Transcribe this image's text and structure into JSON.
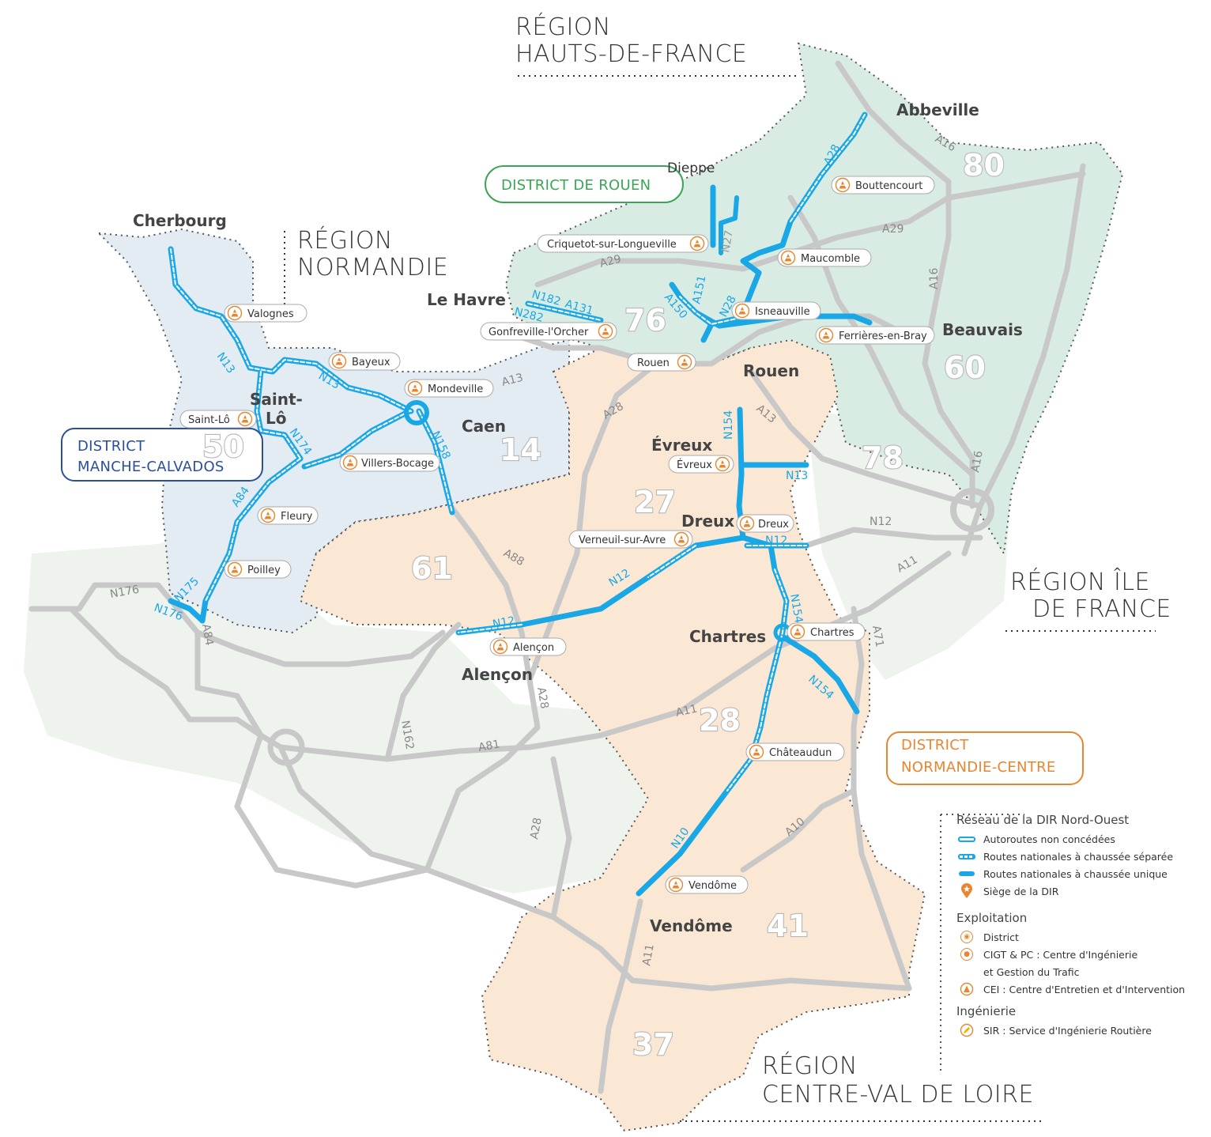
{
  "regions": {
    "hauts_de_france": [
      "RÉGION",
      "HAUTS-DE-FRANCE"
    ],
    "normandie": [
      "RÉGION",
      "NORMANDIE"
    ],
    "ile_de_france": [
      "RÉGION ÎLE",
      "DE FRANCE"
    ],
    "centre_val_de_loire": [
      "RÉGION",
      "CENTRE-VAL DE LOIRE"
    ]
  },
  "districts": {
    "rouen": {
      "text": "DISTRICT DE ROUEN",
      "color": "#3aa655"
    },
    "manche_calvados": {
      "line1": "DISTRICT",
      "line2": "MANCHE-CALVADOS",
      "color": "#2b4f9a"
    },
    "normandie_centre": {
      "line1": "DISTRICT",
      "line2": "NORMANDIE-CENTRE",
      "color": "#e8862f"
    }
  },
  "departments": {
    "d80": "80",
    "d76": "76",
    "d60": "60",
    "d78": "78",
    "d14": "14",
    "d50": "50",
    "d27": "27",
    "d61": "61",
    "d28": "28",
    "d41": "41",
    "d37": "37"
  },
  "cities": {
    "abbeville": "Abbeville",
    "cherbourg": "Cherbourg",
    "le_havre": "Le Havre",
    "beauvais": "Beauvais",
    "rouen": "Rouen",
    "saint_lo_1": "Saint-",
    "saint_lo_2": "Lô",
    "caen": "Caen",
    "evreux": "Évreux",
    "dreux": "Dreux",
    "chartres": "Chartres",
    "alencon": "Alençon",
    "vendome": "Vendôme",
    "dieppe": "Dieppe"
  },
  "cei": {
    "bouttencourt": "Bouttencourt",
    "criquetot": "Criquetot-sur-Longueville",
    "maucomble": "Maucomble",
    "valognes": "Valognes",
    "isneauville": "Isneauville",
    "gonfreville": "Gonfreville-l'Orcher",
    "ferrieres": "Ferrières-en-Bray",
    "bayeux": "Bayeux",
    "rouen": "Rouen",
    "mondeville": "Mondeville",
    "saint_lo": "Saint-Lô",
    "villers_bocage": "Villers-Bocage",
    "evreux": "Évreux",
    "fleury": "Fleury",
    "dreux": "Dreux",
    "verneuil": "Verneuil-sur-Avre",
    "poilley": "Poilley",
    "chartres": "Chartres",
    "alencon": "Alençon",
    "chateaudun": "Châteaudun",
    "vendome": "Vendôme"
  },
  "routes_blue": {
    "a28_north": "A28",
    "n27": "N27",
    "a151": "A151",
    "a150": "A150",
    "n28": "N28",
    "n182": "N182",
    "a131": "A131",
    "n282": "N282",
    "n13_a": "N13",
    "n13_b": "N13",
    "n174": "N174",
    "n158": "N158",
    "a84": "A84",
    "n175": "N175",
    "n176": "N176",
    "n154_a": "N154",
    "n13_evreux": "N13",
    "n12_dreux": "N12",
    "n12_a": "N12",
    "n12_b": "N12",
    "n154_b": "N154",
    "n154_c": "N154",
    "n10": "N10"
  },
  "routes_grey": {
    "a16_a": "A16",
    "a29_a": "A29",
    "a29_b": "A29",
    "a16_b": "A16",
    "a13_a": "A13",
    "a13_b": "A13",
    "a28_c": "A28",
    "a16_c": "A16",
    "n12_e": "N12",
    "a88": "A88",
    "n176_w": "N176",
    "a11_a": "A11",
    "a71": "A71",
    "a84_s": "A84",
    "a28_s": "A28",
    "a11_b": "A11",
    "n162": "N162",
    "a81": "A81",
    "a28_far": "A28",
    "a10": "A10",
    "a11_c": "A11"
  },
  "legend": {
    "network_title": "Réseau de la DIR Nord-Ouest",
    "autoroutes": "Autoroutes non concédées",
    "rn_separee": "Routes nationales à chaussée séparée",
    "rn_unique": "Routes nationales à chaussée unique",
    "siege": "Siège de la DIR",
    "exploitation_title": "Exploitation",
    "district": "District",
    "cigt_1": "CIGT & PC : Centre d'Ingénierie",
    "cigt_2": "et Gestion du Trafic",
    "cei": "CEI : Centre d'Entretien et d'Intervention",
    "ingenierie_title": "Ingénierie",
    "sir": "SIR : Service d'Ingénierie Routière"
  },
  "colors": {
    "route_blue": "#1aa7e6",
    "green_zone": "#d9ece3",
    "blue_zone": "#e3ebf3",
    "orange_zone": "#fbe8d4",
    "light_zone": "#eef3ee",
    "grey_road": "#c8c8c8",
    "orange_icon": "#e8862f"
  }
}
